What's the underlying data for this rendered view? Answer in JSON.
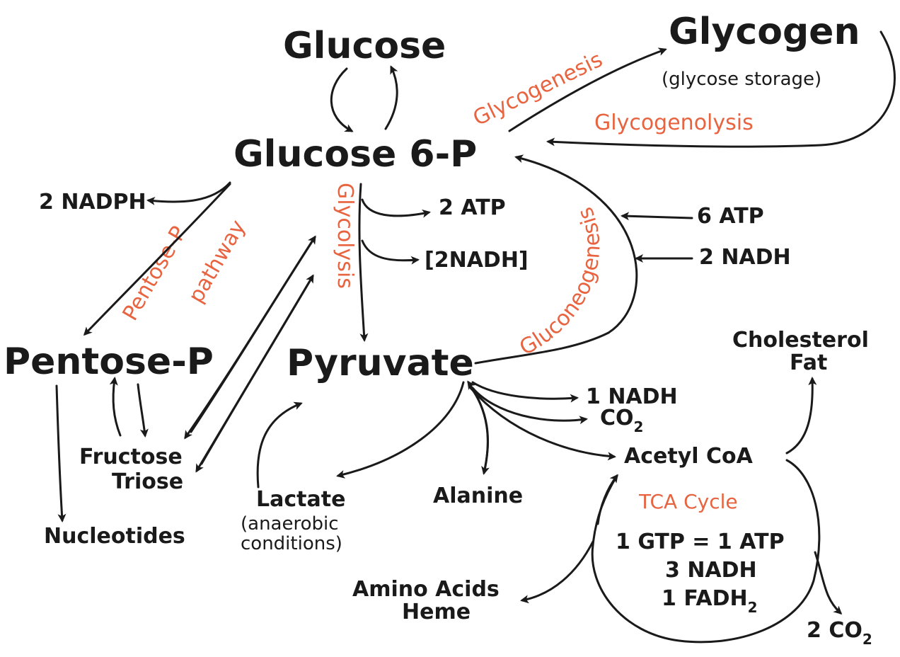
{
  "nodes": {
    "glucose": "Glucose",
    "glycogen": "Glycogen",
    "glycogen_note": "(glycose storage)",
    "glucose6p": "Glucose 6-P",
    "pentose_p": "Pentose-P",
    "pyruvate": "Pyruvate",
    "fructose": "Fructose",
    "triose": "Triose",
    "nucleotides": "Nucleotides",
    "lactate": "Lactate",
    "lactate_note1": "(anaerobic",
    "lactate_note2": "conditions)",
    "alanine": "Alanine",
    "acetyl_coa": "Acetyl CoA",
    "cholesterol": "Cholesterol",
    "fat": "Fat",
    "amino_acids": "Amino Acids",
    "heme": "Heme"
  },
  "yields": {
    "nadph": "2 NADPH",
    "atp2": "2 ATP",
    "nadh2_bracket": "[2NADH]",
    "atp6": "6 ATP",
    "nadh2": "2 NADH",
    "nadh1": "1 NADH",
    "co2": "CO",
    "co2_sub": "2",
    "gtp": "1 GTP = 1 ATP",
    "nadh3": "3 NADH",
    "fadh": "1 FADH",
    "fadh_sub": "2",
    "co2_out": "2 CO",
    "co2_out_sub": "2"
  },
  "pathways": {
    "glycogenesis": "Glycogenesis",
    "glycogenolysis": "Glycogenolysis",
    "gluconeogenesis": "Gluconeogenesis",
    "glycolysis": "Glycolysis",
    "pentose_pathway1": "Pentose-P",
    "pentose_pathway2": "pathway",
    "tca_cycle": "TCA Cycle"
  },
  "colors": {
    "ink": "#1a1a1a",
    "pathway_label": "#e8633f"
  }
}
